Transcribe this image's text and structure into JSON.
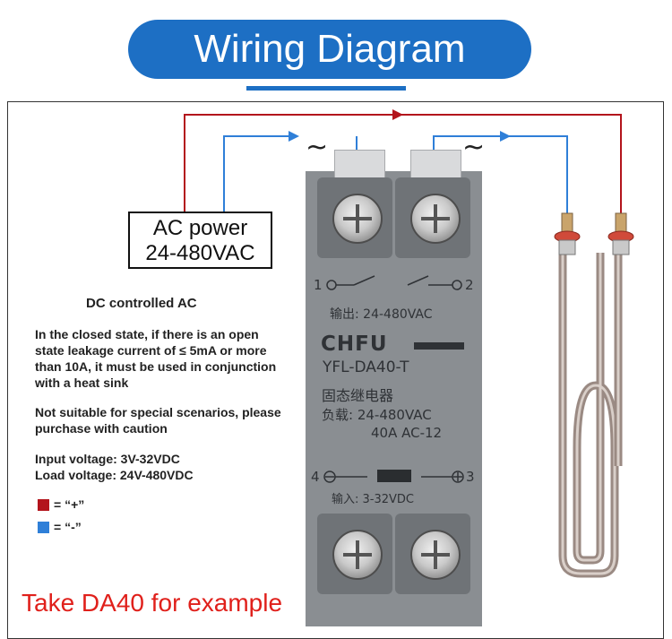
{
  "header": {
    "title": "Wiring Diagram"
  },
  "ac_power": {
    "line1": "AC power",
    "line2": "24-480VAC"
  },
  "ac_symbol": "~",
  "info": {
    "heading": "DC controlled AC",
    "leakage_note": "In the closed state, if there is an open state leakage current of ≤ 5mA or more than 10A, it must be used in conjunction with a heat sink",
    "caution_note": "Not suitable for special scenarios, please purchase with caution",
    "input_voltage": "Input voltage: 3V-32VDC",
    "load_voltage": "Load voltage: 24V-480VDC"
  },
  "legend": [
    {
      "color": "#b3141c",
      "label": "= “+”"
    },
    {
      "color": "#2f7fd8",
      "label": "= “-”"
    }
  ],
  "relay": {
    "terminal_1": "1",
    "terminal_2": "2",
    "terminal_3": "3",
    "terminal_4": "4",
    "output_label": "输出: 24-480VAC",
    "brand": "CHFU",
    "model": "YFL-DA40-T",
    "type_cn": "固态继电器",
    "load_label": "负载: 24-480VAC",
    "rating": "40A AC-12",
    "input_label": "输入: 3-32VDC"
  },
  "footer": {
    "example": "Take DA40 for example"
  },
  "colors": {
    "title_bg": "#1d6fc4",
    "positive_wire": "#b3141c",
    "negative_wire": "#2f7fd8",
    "footer_text": "#e0201b"
  }
}
